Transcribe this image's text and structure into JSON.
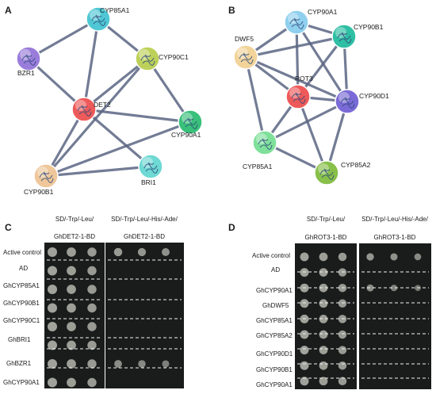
{
  "panels": {
    "A": {
      "letter": "A",
      "nodes": [
        {
          "id": "CYP85A1",
          "label": "CYP85A1",
          "color": "#4fc7d4"
        },
        {
          "id": "BZR1",
          "label": "BZR1",
          "color": "#9a7ddb"
        },
        {
          "id": "CYP90C1",
          "label": "CYP90C1",
          "color": "#bdd15a"
        },
        {
          "id": "DET2",
          "label": "DET2",
          "color": "#ee5a5a"
        },
        {
          "id": "CYP90A1",
          "label": "CYP90A1",
          "color": "#39c07a"
        },
        {
          "id": "BRI1",
          "label": "BRI1",
          "color": "#6fd9d4"
        },
        {
          "id": "CYP90B1",
          "label": "CYP90B1",
          "color": "#efc79a"
        }
      ]
    },
    "B": {
      "letter": "B",
      "nodes": [
        {
          "id": "CYP90A1",
          "label": "CYP90A1",
          "color": "#8fd0ee"
        },
        {
          "id": "CYP90B1",
          "label": "CYP90B1",
          "color": "#2fbfa4"
        },
        {
          "id": "DWF5",
          "label": "DWF5",
          "color": "#f2d49a"
        },
        {
          "id": "ROT3",
          "label": "ROT3",
          "color": "#ee5a5a"
        },
        {
          "id": "CYP90D1",
          "label": "CYP90D1",
          "color": "#7a6ad6"
        },
        {
          "id": "CYP85A1",
          "label": "CYP85A1",
          "color": "#7ee09a"
        },
        {
          "id": "CYP85A2",
          "label": "CYP85A2",
          "color": "#88c04a"
        }
      ]
    },
    "C": {
      "letter": "C",
      "media": [
        "SD/-Trp/-Leu/",
        "SD/-Trp/-Leu/-His/-Ade/"
      ],
      "baits": [
        "GhDET2-1-BD",
        "GhDET2-1-BD"
      ],
      "rows": [
        "Active control",
        "AD",
        "GhCYP85A1",
        "GhCYP90B1",
        "GhCYP90C1",
        "GhBRI1",
        "GhBZR1",
        "GhCYP90A1"
      ]
    },
    "D": {
      "letter": "D",
      "media": [
        "SD/-Trp/-Leu/",
        "SD/-Trp/-Leu/-His/-Ade/"
      ],
      "baits": [
        "GhROT3-1-BD",
        "GhROT3-1-BD"
      ],
      "rows": [
        "Active control",
        "AD",
        "GhCYP90A1",
        "GhDWF5",
        "GhCYP85A1",
        "GhCYP85A2",
        "GhCYP90D1",
        "GhCYP90B1",
        "GhCYP90A1"
      ]
    }
  },
  "colors": {
    "edge": "#5a6582",
    "plate": "#1a1c1c",
    "colony": "#a8aaa2"
  }
}
